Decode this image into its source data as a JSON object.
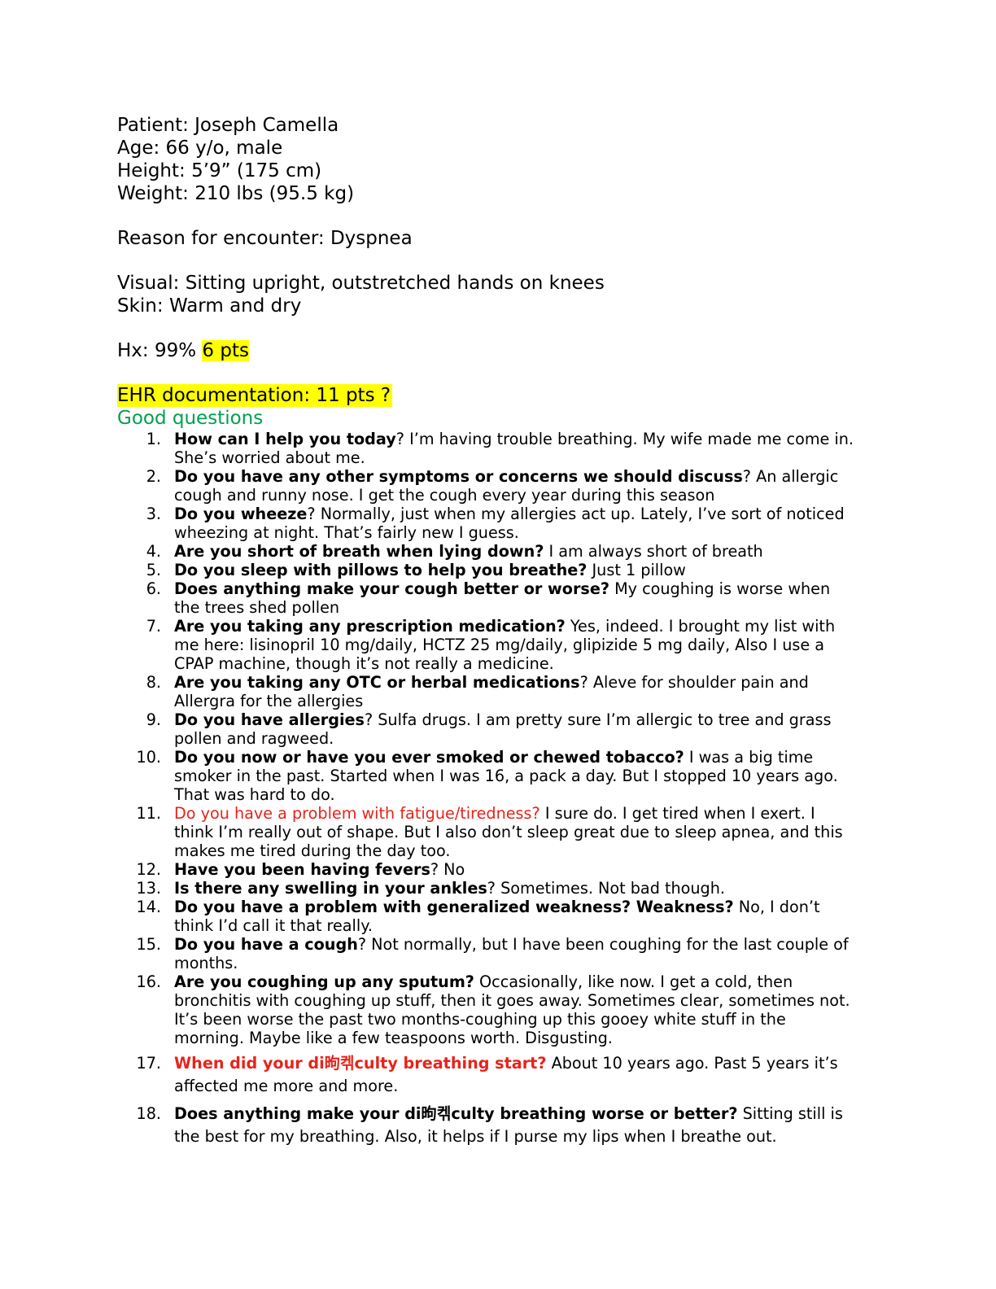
{
  "patient": {
    "name_line": "Patient: Joseph Camella",
    "age_line": "Age: 66 y/o, male",
    "height_line": "Height: 5’9” (175 cm)",
    "weight_line": "Weight: 210 lbs (95.5 kg)"
  },
  "reason_line": "Reason for encounter: Dyspnea",
  "visual_line": "Visual: Sitting upright, outstretched hands on knees",
  "skin_line": "Skin: Warm and dry",
  "hx": {
    "label": "Hx: 99% ",
    "points": "6 pts"
  },
  "ehr_line": "EHR documentation: 11 pts ?",
  "good_questions_heading": "Good questions",
  "colors": {
    "highlight": "#ffff00",
    "green_heading": "#00a050",
    "red_question": "#e8231a"
  },
  "questions": [
    {
      "num": "1.",
      "q": "How can I help you today",
      "a": "? I’m having trouble breathing. My wife made me come in. She’s worried about me."
    },
    {
      "num": "2.",
      "q": "Do you have any other symptoms or concerns we should discuss",
      "a": "? An allergic cough and runny nose. I get the cough every year during this season"
    },
    {
      "num": "3.",
      "q": "Do you wheeze",
      "a": "? Normally, just when my allergies act up. Lately, I’ve sort of noticed wheezing at night. That’s fairly new I guess."
    },
    {
      "num": "4.",
      "q": "Are you short of breath when lying down?",
      "a": " I am always short of breath"
    },
    {
      "num": "5.",
      "q": "Do you sleep with pillows to help you breathe?",
      "a": " Just 1 pillow"
    },
    {
      "num": "6.",
      "q": "Does anything make your cough better or worse?",
      "a": " My coughing is worse when the trees shed pollen"
    },
    {
      "num": "7.",
      "q": "Are you taking any prescription medication?",
      "a": " Yes, indeed. I brought my list with me here: lisinopril 10 mg/daily, HCTZ 25 mg/daily, glipizide 5 mg daily, Also I use a CPAP machine, though it’s not really a medicine."
    },
    {
      "num": "8.",
      "q": "Are you taking any OTC or herbal medications",
      "a": "? Aleve for shoulder pain and Allergra for the allergies"
    },
    {
      "num": "9.",
      "q": "Do you have allergies",
      "a": "? Sulfa drugs. I am pretty sure I’m allergic to tree and grass pollen and ragweed."
    },
    {
      "num": "10.",
      "q": "Do you now or have you ever smoked or chewed tobacco?",
      "a": " I was a big time smoker in the past. Started when I was 16, a pack a day. But I stopped 10 years ago. That was hard to do."
    },
    {
      "num": "11.",
      "q": "Do you have a problem with fatigue/tiredness?",
      "a": " I sure do. I get tired when I exert. I think I’m really out of shape. But I also don’t sleep great due to sleep apnea, and this makes me tired during the day too."
    },
    {
      "num": "12.",
      "q": "Have you been having fevers",
      "a": "? No"
    },
    {
      "num": "13.",
      "q": "Is there any swelling in your ankles",
      "a": "? Sometimes. Not bad though."
    },
    {
      "num": "14.",
      "q": "Do you have a problem with generalized weakness? Weakness?",
      "a": " No, I don’t think I’d call it that really."
    },
    {
      "num": "15.",
      "q": "Do you have a cough",
      "a": "? Not normally, but I have been coughing for the last couple of months."
    },
    {
      "num": "16.",
      "q": "Are you coughing up any sputum?",
      "a": " Occasionally, like now. I get a cold, then bronchitis with coughing up stuff, then it goes away. Sometimes clear, sometimes not. It’s been worse the past two months-coughing up this gooey white stuff in the morning. Maybe like a few teaspoons worth. Disgusting."
    },
    {
      "num": "17.",
      "q": "When did your di昫켂culty breathing start?",
      "a": " About 10 years ago. Past 5 years it’s affected me more and more."
    },
    {
      "num": "18.",
      "q": "Does anything make your di昫켂culty breathing worse or better?",
      "a": " Sitting still is the best for my breathing. Also, it helps if I purse my lips when I breathe out."
    }
  ]
}
